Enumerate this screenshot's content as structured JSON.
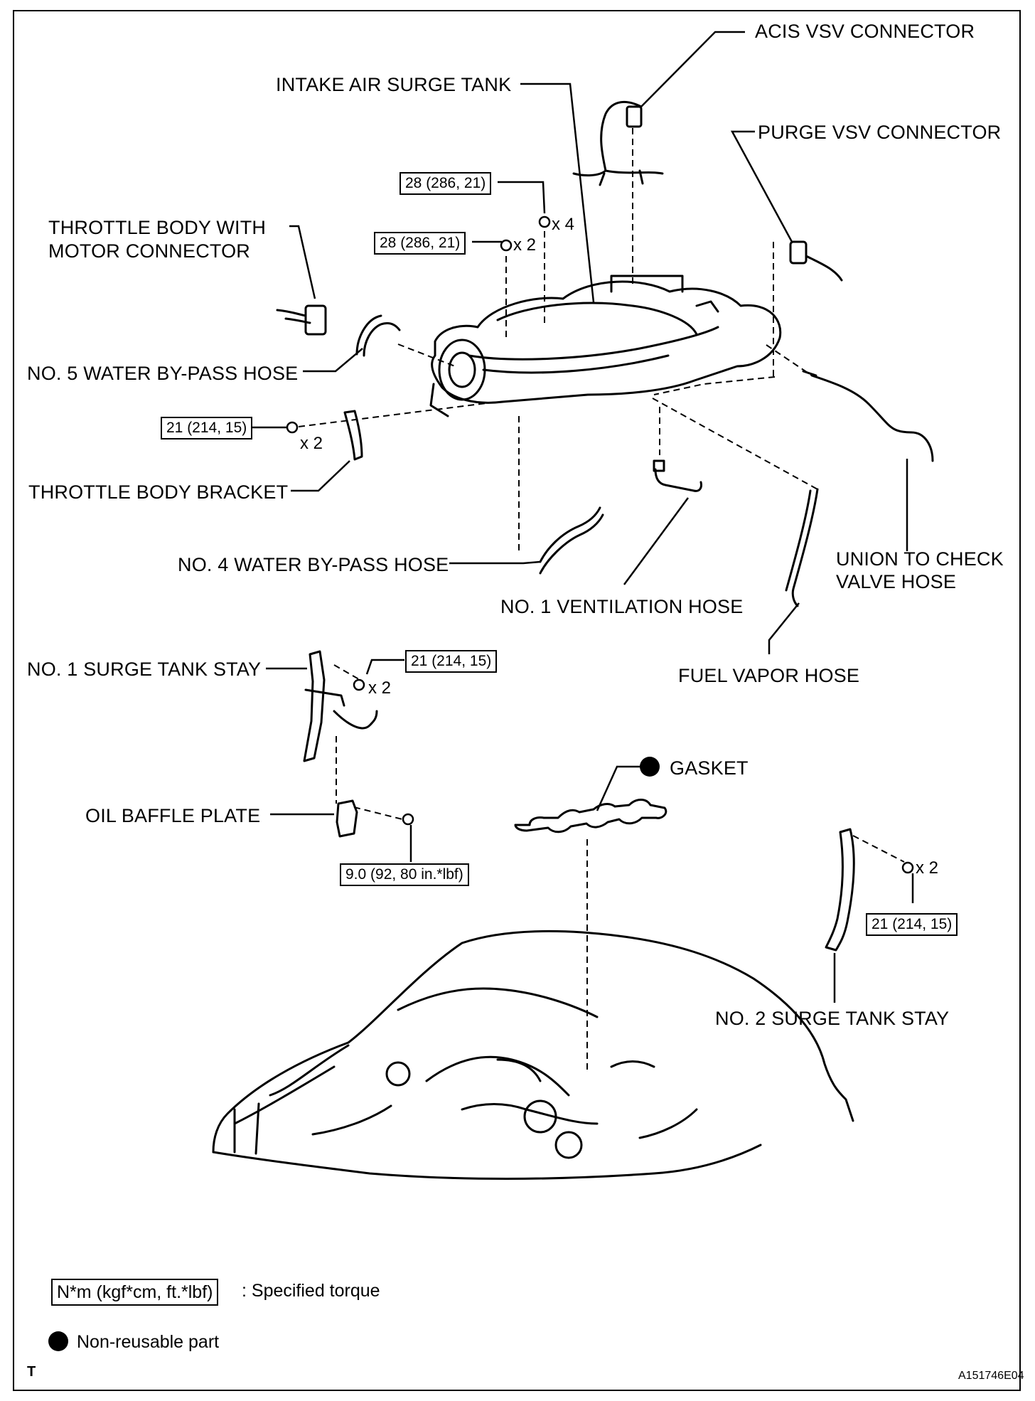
{
  "labels": {
    "acis_vsv_connector": "ACIS VSV CONNECTOR",
    "intake_air_surge_tank": "INTAKE AIR SURGE TANK",
    "purge_vsv_connector": "PURGE VSV CONNECTOR",
    "throttle_body_motor_connector_line1": "THROTTLE BODY WITH",
    "throttle_body_motor_connector_line2": "MOTOR CONNECTOR",
    "no5_water_bypass_hose": "NO. 5 WATER BY-PASS HOSE",
    "throttle_body_bracket": "THROTTLE BODY BRACKET",
    "no4_water_bypass_hose": "NO. 4 WATER BY-PASS HOSE",
    "no1_ventilation_hose": "NO. 1 VENTILATION HOSE",
    "union_to_check_valve_hose_line1": "UNION TO CHECK",
    "union_to_check_valve_hose_line2": "VALVE HOSE",
    "fuel_vapor_hose": "FUEL VAPOR HOSE",
    "no1_surge_tank_stay": "NO. 1 SURGE TANK STAY",
    "gasket": "GASKET",
    "oil_baffle_plate": "OIL BAFFLE PLATE",
    "no2_surge_tank_stay": "NO. 2 SURGE TANK STAY"
  },
  "torques": {
    "surge_tank_bolts": "28 (286, 21)",
    "surge_tank_nuts": "28 (286, 21)",
    "throttle_bracket_bolts": "21 (214, 15)",
    "no1_stay_bolts": "21 (214, 15)",
    "baffle_plate_bolt": "9.0 (92, 80 in.*lbf)",
    "no2_stay_bolts": "21 (214, 15)"
  },
  "multipliers": {
    "surge_tank_bolts": "x 4",
    "surge_tank_nuts": "x 2",
    "throttle_bracket_bolts": "x 2",
    "no1_stay_bolts": "x 2",
    "no2_stay_bolts": "x 2"
  },
  "legend": {
    "torque_units": "N*m (kgf*cm, ft.*lbf)",
    "torque_desc": ": Specified torque",
    "non_reusable": "Non-reusable part"
  },
  "footer": {
    "left_mark": "T",
    "figure_id": "A151746E04"
  }
}
